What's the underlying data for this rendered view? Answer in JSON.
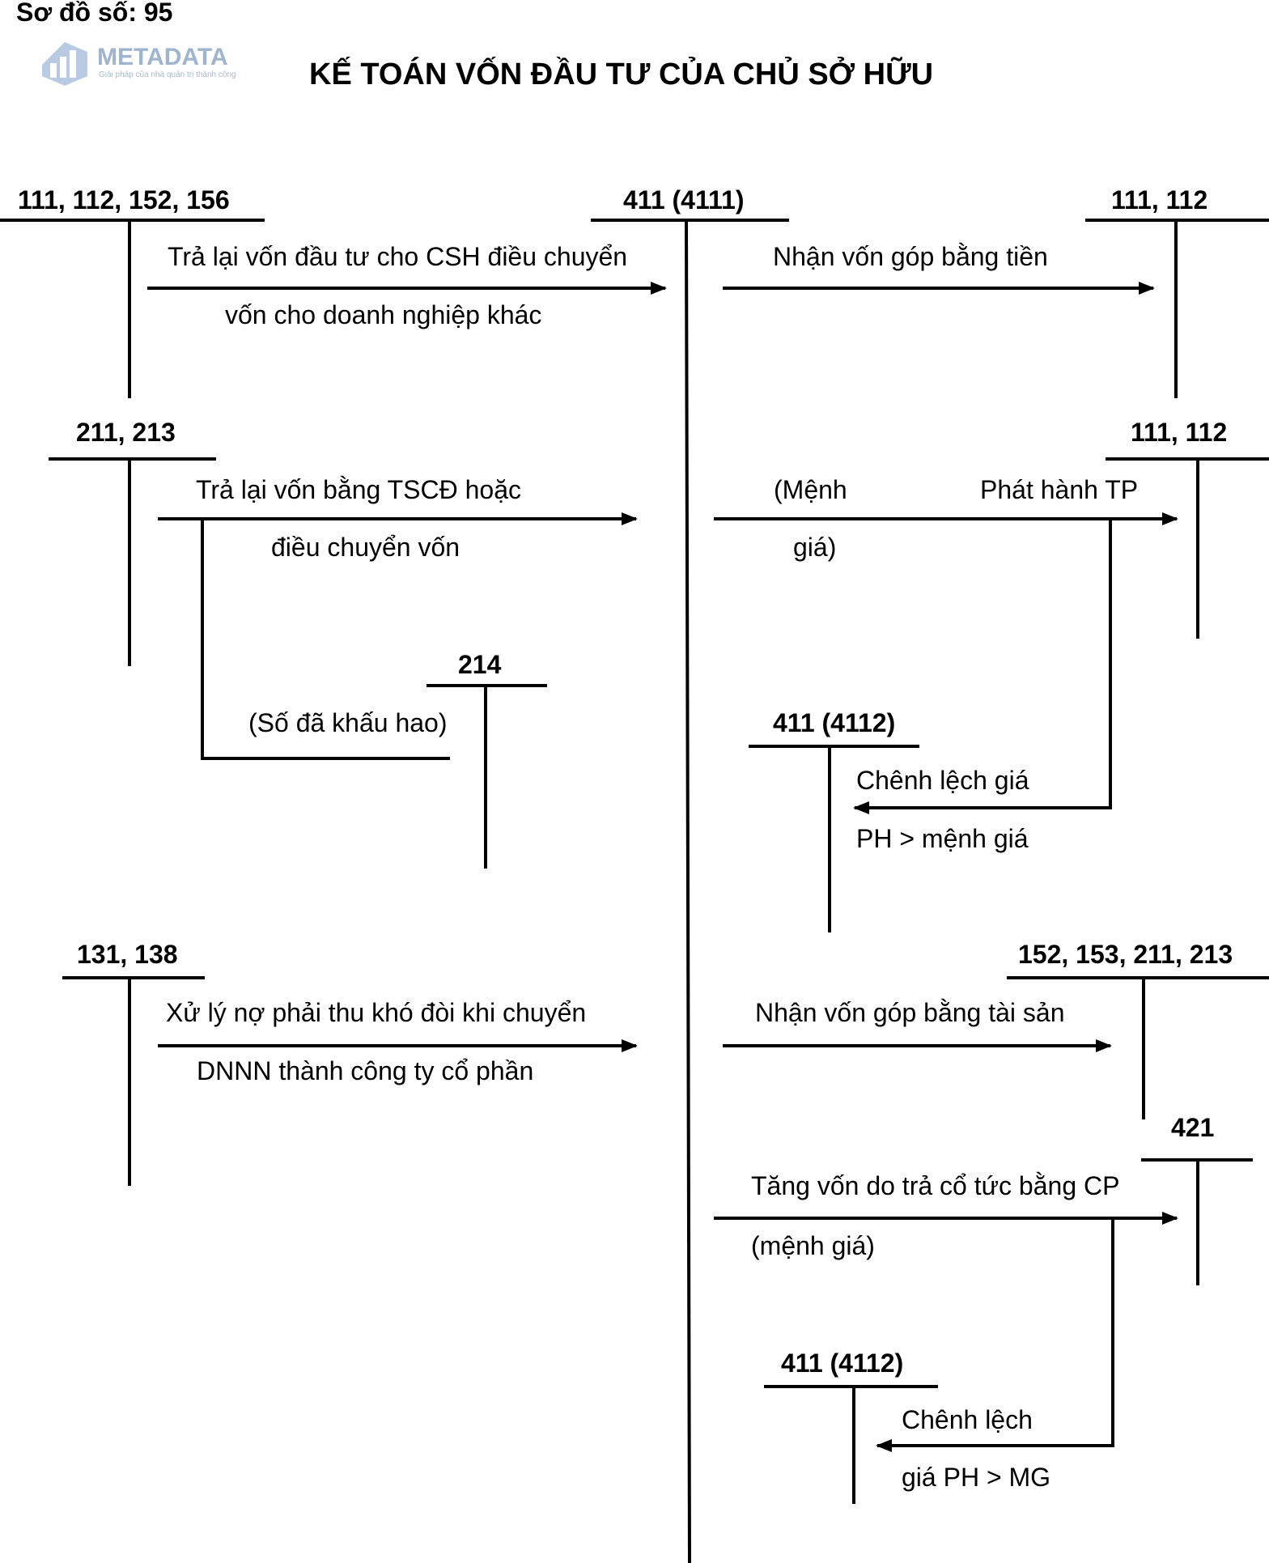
{
  "header": {
    "diagram_number": "Sơ đồ số: 95",
    "title": "KẾ TOÁN VỐN ĐẦU TƯ CỦA CHỦ SỞ HỮU",
    "logo": {
      "name": "METADATA",
      "tagline": "Giải pháp của nhà quản trị thành công",
      "icon": "building-chart-icon"
    }
  },
  "accounts": {
    "a_111_112_152_156": "111, 112, 152, 156",
    "a_411_4111": "411 (4111)",
    "a_111_112_top": "111, 112",
    "a_211_213": "211, 213",
    "a_111_112_mid": "111, 112",
    "a_214": "214",
    "a_411_4112_mid": "411 (4112)",
    "a_131_138": "131, 138",
    "a_152_153_211_213": "152, 153, 211, 213",
    "a_421": "421",
    "a_411_4112_bottom": "411 (4112)"
  },
  "flows": {
    "return_capital_line1": "Trả lại vốn đầu tư cho CSH điều chuyển",
    "return_capital_line2": "vốn cho doanh nghiệp khác",
    "cash_contribution": "Nhận vốn góp bằng tiền",
    "return_fixed_asset_line1": "Trả lại vốn bằng TSCĐ hoặc",
    "return_fixed_asset_line2": "điều chuyển vốn",
    "issue_par_line1": "(Mệnh",
    "issue_par_line2": "giá)",
    "issue_shares": "Phát hành TP",
    "depreciation": "(Số đã khấu hao)",
    "premium_line1": "Chênh lệch giá",
    "premium_line2": "PH > mệnh giá",
    "bad_debt_line1": "Xử lý nợ phải thu khó đòi khi chuyển",
    "bad_debt_line2": "DNNN thành công ty cổ phần",
    "asset_contribution": "Nhận vốn góp bằng tài sản",
    "stock_dividend_line1": "Tăng vốn do trả cổ tức bằng CP",
    "stock_dividend_line2": "(mệnh giá)",
    "premium2_line1": "Chênh lệch",
    "premium2_line2": "giá PH > MG"
  }
}
